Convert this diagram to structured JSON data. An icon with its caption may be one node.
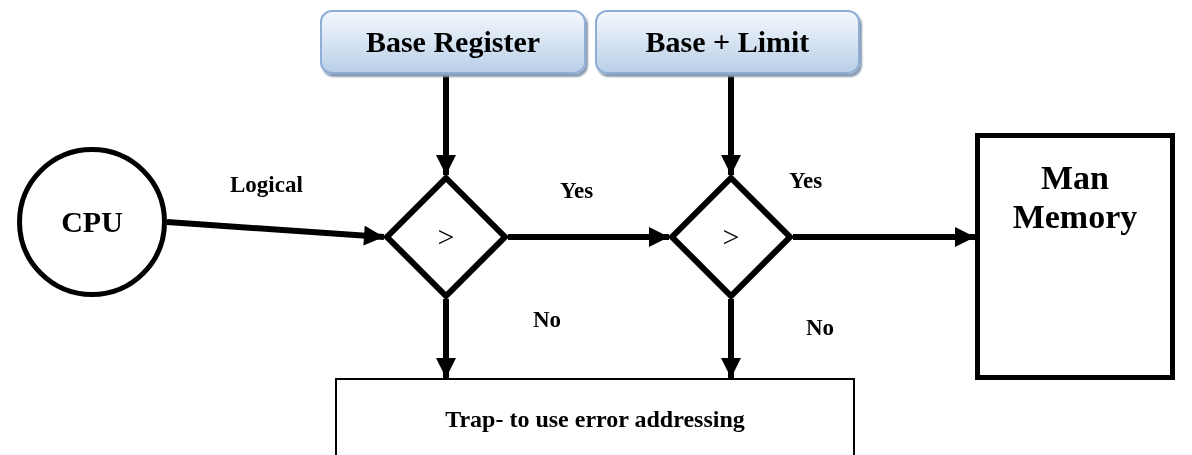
{
  "diagram": {
    "nodes": [
      {
        "text": [
          "Base Register"
        ]
      },
      {
        "text": [
          "Base + Limit"
        ]
      },
      {
        "text": [
          "CPU"
        ]
      },
      {
        "text": [
          ">"
        ]
      },
      {
        "text": [
          ">"
        ]
      },
      {
        "text": [
          "Man Memory"
        ]
      },
      {
        "text": [
          "Trap- to use error addressing"
        ]
      }
    ],
    "edges": [
      {
        "from": 0,
        "to": 3,
        "arrow": "to"
      },
      {
        "from": 1,
        "to": 4,
        "arrow": "to"
      },
      {
        "from": 2,
        "to": 3,
        "arrow": "to",
        "label": "Logical"
      },
      {
        "from": 3,
        "to": 4,
        "arrow": "to",
        "label": "Yes"
      },
      {
        "from": 4,
        "to": 5,
        "arrow": "to",
        "label": "Yes"
      },
      {
        "from": 3,
        "to": 6,
        "arrow": "to",
        "label": "No"
      },
      {
        "from": 4,
        "to": 6,
        "arrow": "to",
        "label": "No"
      }
    ]
  }
}
